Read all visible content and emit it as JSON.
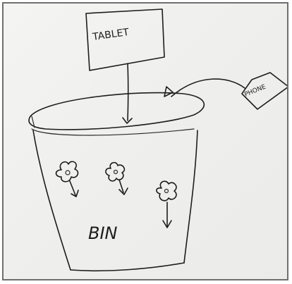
{
  "labels": {
    "tablet": "TABLET",
    "phone": "PHONE",
    "bin": "BIN"
  },
  "colors": {
    "ink": "#1d1d1f",
    "paper": "#f1f1ef",
    "frame": "#6f6f6f"
  }
}
